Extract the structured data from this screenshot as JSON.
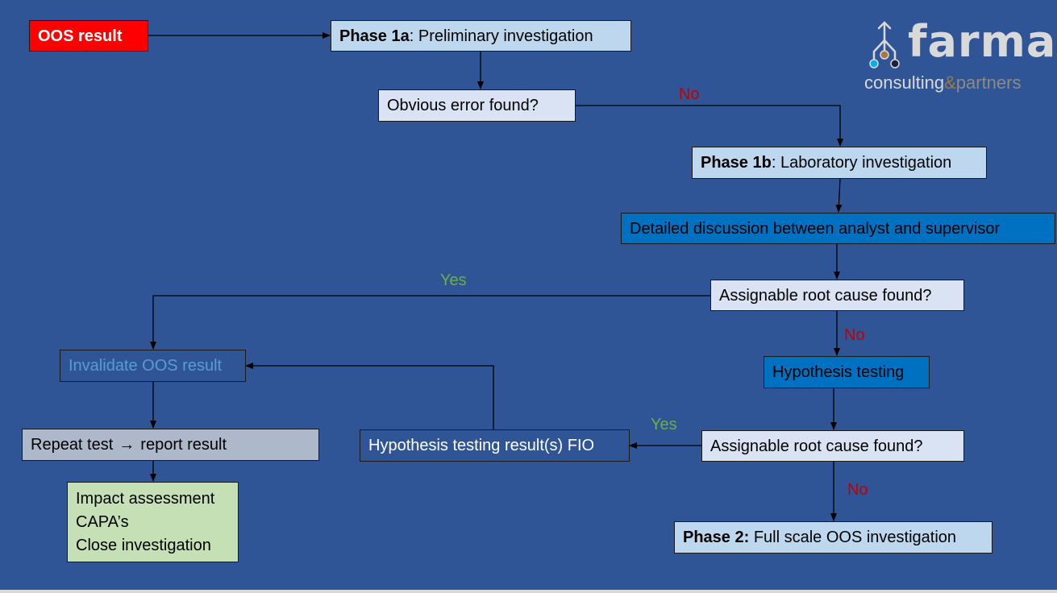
{
  "flow": {
    "oos_result": "OOS result",
    "phase1a": {
      "bold": "Phase 1a",
      "rest": ": Preliminary investigation"
    },
    "obvious_error": "Obvious error found?",
    "no_1": "No",
    "phase1b": {
      "bold": "Phase 1b",
      "rest": ": Laboratory investigation"
    },
    "detailed_discussion": "Detailed discussion between analyst and supervisor",
    "root_cause_1": "Assignable root cause found?",
    "yes_1": "Yes",
    "no_2": "No",
    "hypothesis_testing": "Hypothesis testing",
    "invalidate": "Invalidate OOS result",
    "repeat_test": {
      "a": "Repeat test",
      "arrow": "→",
      "b": "report result"
    },
    "hypothesis_result": "Hypothesis testing result(s) FIO",
    "yes_2": "Yes",
    "root_cause_2": "Assignable root cause found?",
    "no_3": "No",
    "closing": [
      "Impact assessment",
      "CAPA’s",
      "Close investigation"
    ],
    "phase2": {
      "bold": "Phase 2:",
      "rest": " Full scale OOS investigation"
    }
  },
  "logo": {
    "word": "farma",
    "sub_a": "consulting",
    "sub_amp": "&",
    "sub_b": "partners"
  },
  "colors": {
    "background": "#2f5597",
    "red_box": "#ff0000",
    "light_box": "#bdd7ee",
    "pale_box": "#dae3f3",
    "mid_box": "#0070c0",
    "grey_box": "#adb9ca",
    "green_box": "#c5e0b4",
    "no_label": "#c00000",
    "yes_label": "#70ad47"
  }
}
